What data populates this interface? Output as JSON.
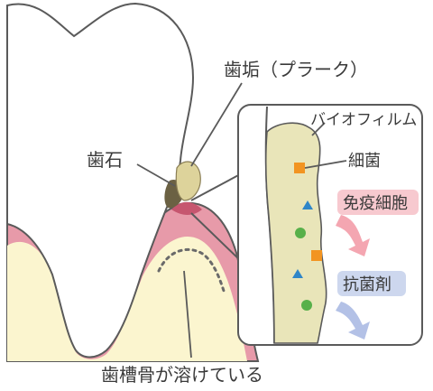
{
  "labels": {
    "plaque": "歯垢（プラーク）",
    "tartar": "歯石",
    "biofilm": "バイオフィルム",
    "bacteria": "細菌",
    "immune_cells": "免疫細胞",
    "antibacterial": "抗菌剤",
    "bone_loss": "歯槽骨が溶けている"
  },
  "colors": {
    "outline": "#5a5a5a",
    "tooth": "#ffffff",
    "gum": "#e79aa9",
    "gum_dark": "#c6566f",
    "bone": "#fbf5cf",
    "biofilm": "#e9e5b9",
    "bacteria_square": "#f29421",
    "bacteria_triangle": "#2f86c8",
    "bacteria_circle": "#58b04a",
    "immune_label_bg": "#f7c9cf",
    "immune_arrow": "#f4a6b1",
    "antibacterial_label_bg": "#cdd7ee",
    "antibacterial_arrow": "#b3c1e6"
  }
}
